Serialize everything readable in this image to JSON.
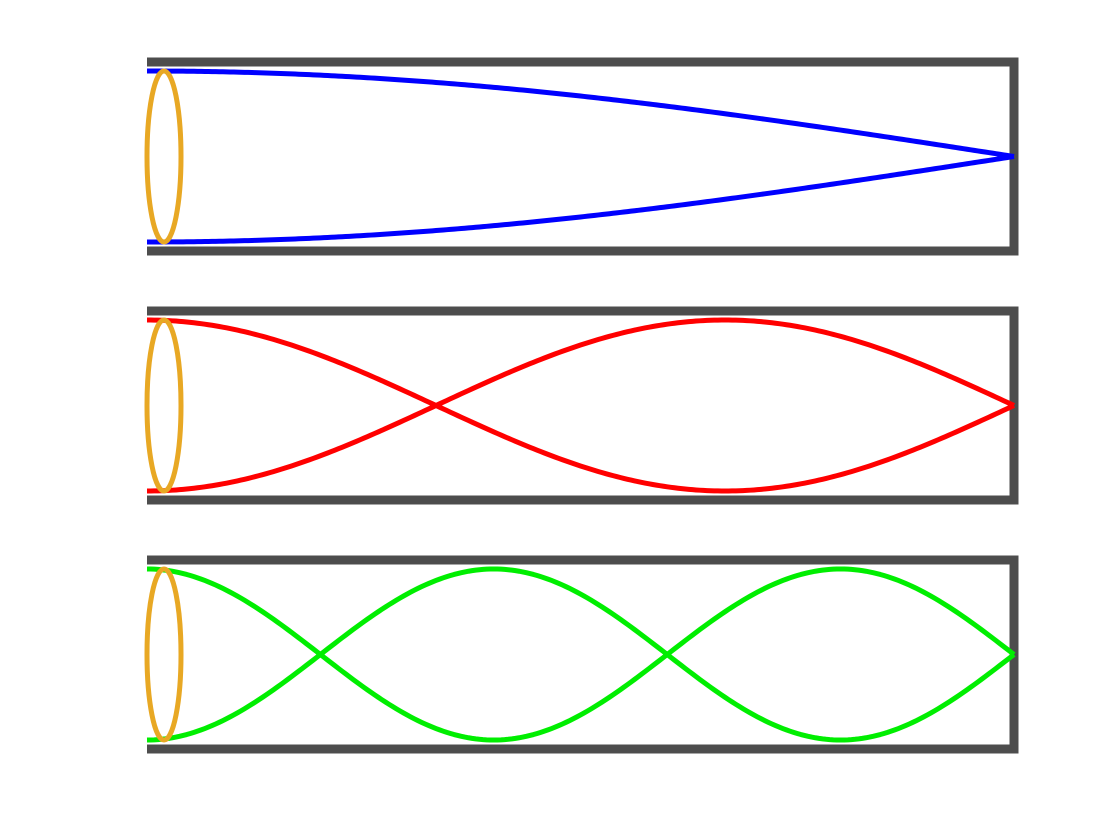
{
  "diagram": {
    "type": "closed-pipe-standing-waves",
    "colors": {
      "pipe": "#4d4d4d",
      "opening": "#e8a824",
      "background": "#ffffff"
    },
    "modes": [
      {
        "harmonic": 1,
        "wavelength_fraction_in_pipe": 0.25,
        "color": "#0000ff"
      },
      {
        "harmonic": 3,
        "wavelength_fraction_in_pipe": 0.75,
        "color": "#ff0000"
      },
      {
        "harmonic": 5,
        "wavelength_fraction_in_pipe": 1.25,
        "color": "#00ee00"
      }
    ]
  }
}
